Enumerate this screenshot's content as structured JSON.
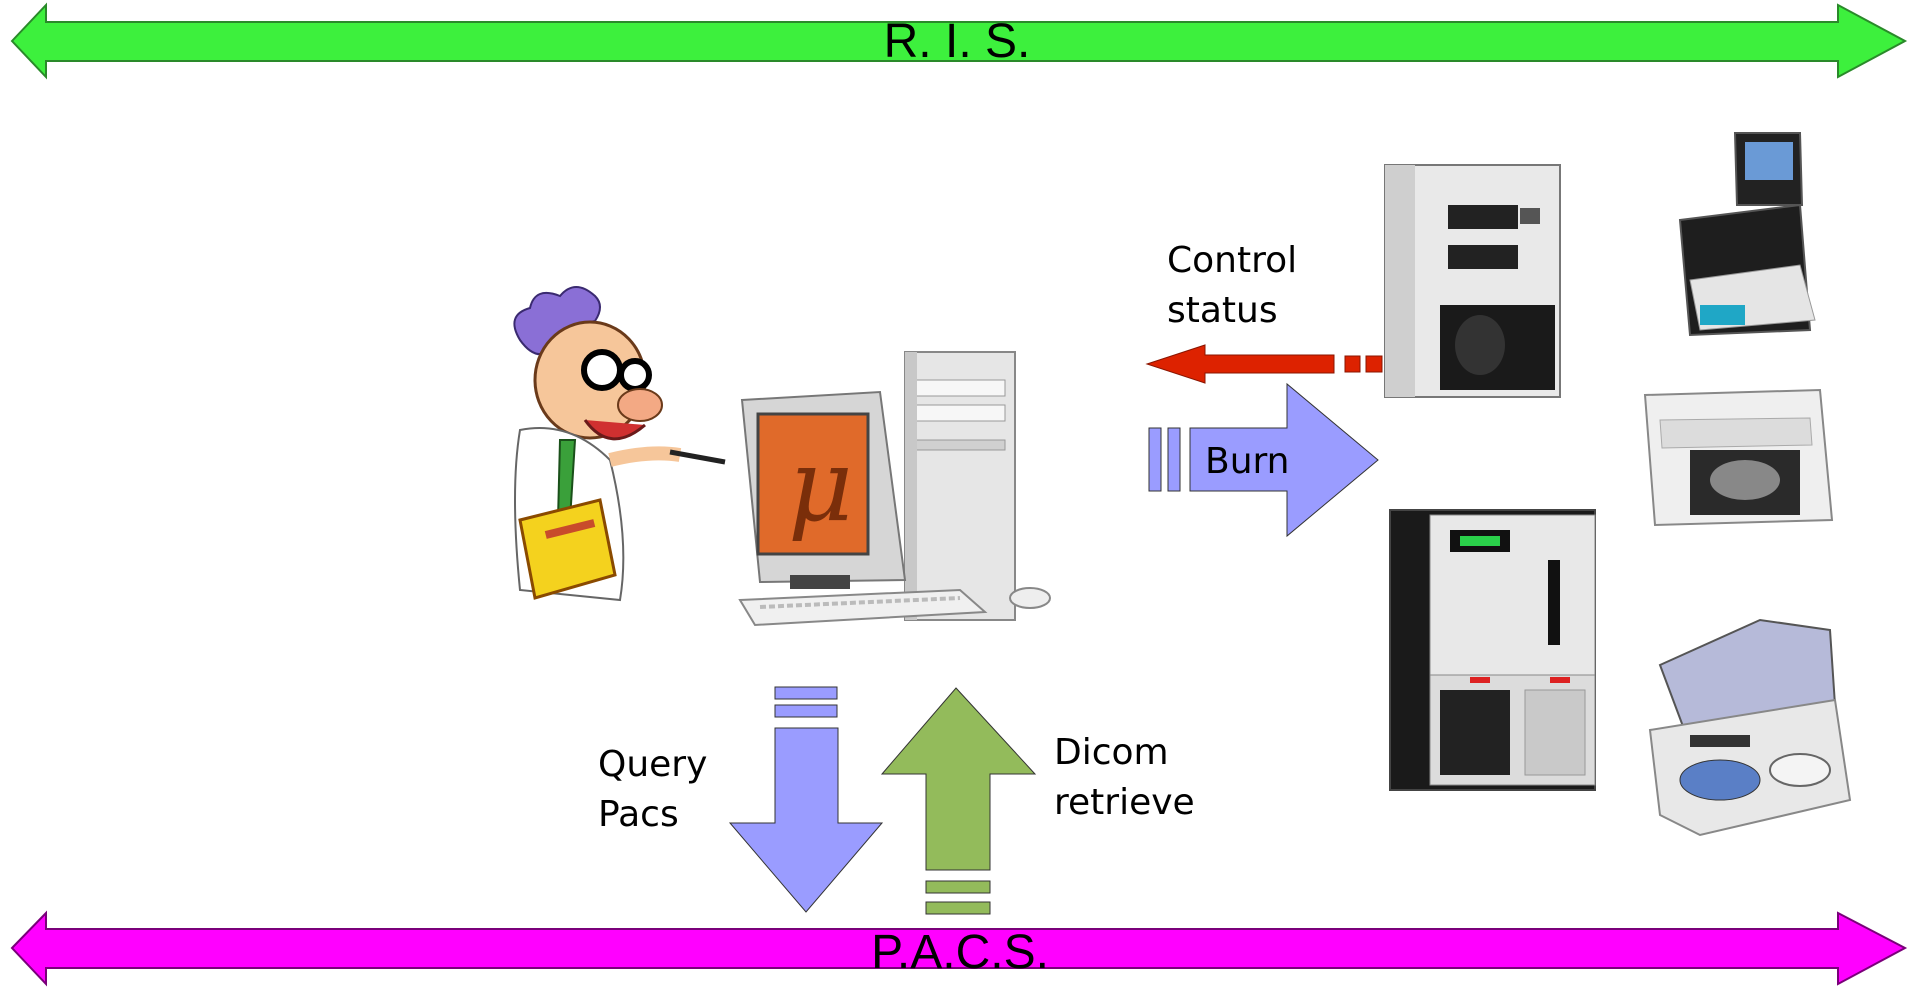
{
  "buses": {
    "top": {
      "label": "R. I. S.",
      "color": "#3df03d"
    },
    "bottom": {
      "label": "P.A.C.S.",
      "color": "#ff00ff"
    }
  },
  "labels": {
    "control": "Control\nstatus",
    "burn": "Burn",
    "query": "Query\nPacs",
    "retrieve": "Dicom\nretrieve"
  },
  "arrows": {
    "control_color": "#dd2200",
    "burn_color": "#9a9cff",
    "query_color": "#9a9cff",
    "retrieve_color": "#93bb5b"
  },
  "pictures": {
    "user": "scientist-cartoon-icon",
    "workstation": "computer-workstation-icon",
    "robots": [
      "disc-publisher-tower-icon",
      "disc-publisher-touchscreen-icon",
      "disc-publisher-desktop-icon",
      "disc-publisher-cabinet-icon",
      "disc-publisher-open-lid-icon"
    ]
  }
}
